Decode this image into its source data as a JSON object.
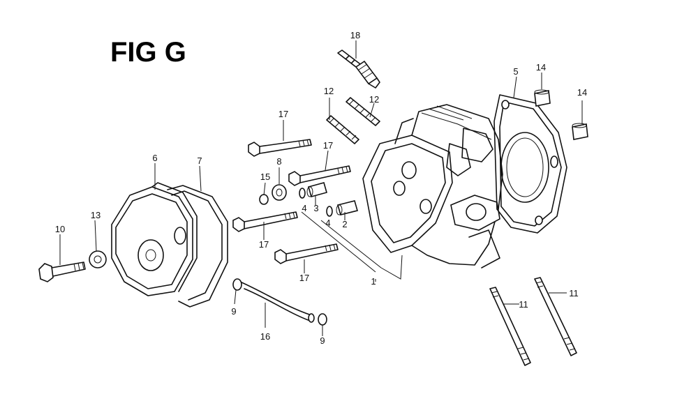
{
  "figure": {
    "title": "FIG G"
  },
  "callouts": [
    {
      "id": "c18",
      "text": "18"
    },
    {
      "id": "c5",
      "text": "5"
    },
    {
      "id": "c14a",
      "text": "14"
    },
    {
      "id": "c14b",
      "text": "14"
    },
    {
      "id": "c12a",
      "text": "12"
    },
    {
      "id": "c12b",
      "text": "12"
    },
    {
      "id": "c17a",
      "text": "17"
    },
    {
      "id": "c17b",
      "text": "17"
    },
    {
      "id": "c17c",
      "text": "17"
    },
    {
      "id": "c17d",
      "text": "17"
    },
    {
      "id": "c6",
      "text": "6"
    },
    {
      "id": "c7",
      "text": "7"
    },
    {
      "id": "c8",
      "text": "8"
    },
    {
      "id": "c15",
      "text": "15"
    },
    {
      "id": "c4a",
      "text": "4"
    },
    {
      "id": "c3",
      "text": "3"
    },
    {
      "id": "c4b",
      "text": "4"
    },
    {
      "id": "c2",
      "text": "2"
    },
    {
      "id": "c13",
      "text": "13"
    },
    {
      "id": "c10",
      "text": "10"
    },
    {
      "id": "c1",
      "text": "1"
    },
    {
      "id": "c9a",
      "text": "9"
    },
    {
      "id": "c16",
      "text": "16"
    },
    {
      "id": "c9b",
      "text": "9"
    },
    {
      "id": "c11a",
      "text": "11"
    },
    {
      "id": "c11b",
      "text": "11"
    }
  ]
}
